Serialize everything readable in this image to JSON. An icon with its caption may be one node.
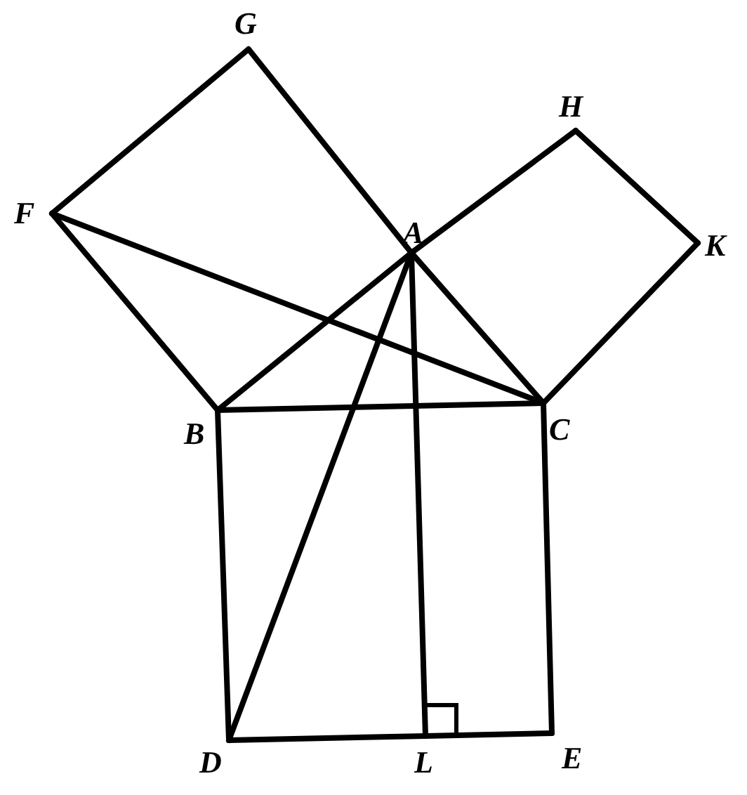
{
  "diagram": {
    "nodes": [
      {
        "text": [
          "G"
        ]
      },
      {
        "text": [
          "H"
        ]
      },
      {
        "text": [
          "F"
        ]
      },
      {
        "text": [
          "A"
        ]
      },
      {
        "text": [
          "K"
        ]
      },
      {
        "text": [
          "B"
        ]
      },
      {
        "text": [
          "C"
        ]
      },
      {
        "text": [
          "D"
        ]
      },
      {
        "text": [
          "L"
        ]
      },
      {
        "text": [
          "E"
        ]
      }
    ],
    "edges": [
      {
        "from": 2,
        "to": 0,
        "arrow": "none"
      },
      {
        "from": 0,
        "to": 3,
        "arrow": "none"
      },
      {
        "from": 3,
        "to": 6,
        "arrow": "none"
      },
      {
        "from": 3,
        "to": 1,
        "arrow": "none"
      },
      {
        "from": 1,
        "to": 4,
        "arrow": "none"
      },
      {
        "from": 4,
        "to": 6,
        "arrow": "none"
      },
      {
        "from": 2,
        "to": 5,
        "arrow": "none"
      },
      {
        "from": 5,
        "to": 3,
        "arrow": "none"
      },
      {
        "from": 2,
        "to": 6,
        "arrow": "none"
      },
      {
        "from": 5,
        "to": 6,
        "arrow": "none"
      },
      {
        "from": 3,
        "to": 7,
        "arrow": "none"
      },
      {
        "from": 3,
        "to": 8,
        "arrow": "none"
      },
      {
        "from": 5,
        "to": 7,
        "arrow": "none"
      },
      {
        "from": 6,
        "to": 9,
        "arrow": "none"
      },
      {
        "from": 7,
        "to": 8,
        "arrow": "none"
      },
      {
        "from": 8,
        "to": 9,
        "arrow": "none"
      }
    ]
  }
}
